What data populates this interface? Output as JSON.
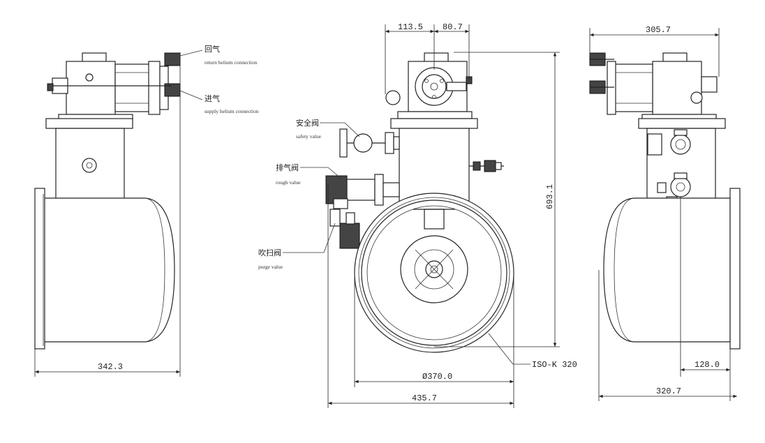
{
  "labels": {
    "return_cn": "回气",
    "return_en": "return helium connection",
    "supply_cn": "进气",
    "supply_en": "supply helium connection",
    "safety_cn": "安全阀",
    "safety_en": "safety value",
    "rough_cn": "排气阀",
    "rough_en": "rough value",
    "purge_cn": "吹扫阀",
    "purge_en": "purge value",
    "flange": "ISO-K 320"
  },
  "dimensions": {
    "left_width": "342.3",
    "top_a": "113.5",
    "top_b": "80.7",
    "height": "693.1",
    "diameter": "Ø370.0",
    "total_width": "435.7",
    "right_top": "305.7",
    "right_offset": "128.0",
    "right_width": "320.7"
  }
}
